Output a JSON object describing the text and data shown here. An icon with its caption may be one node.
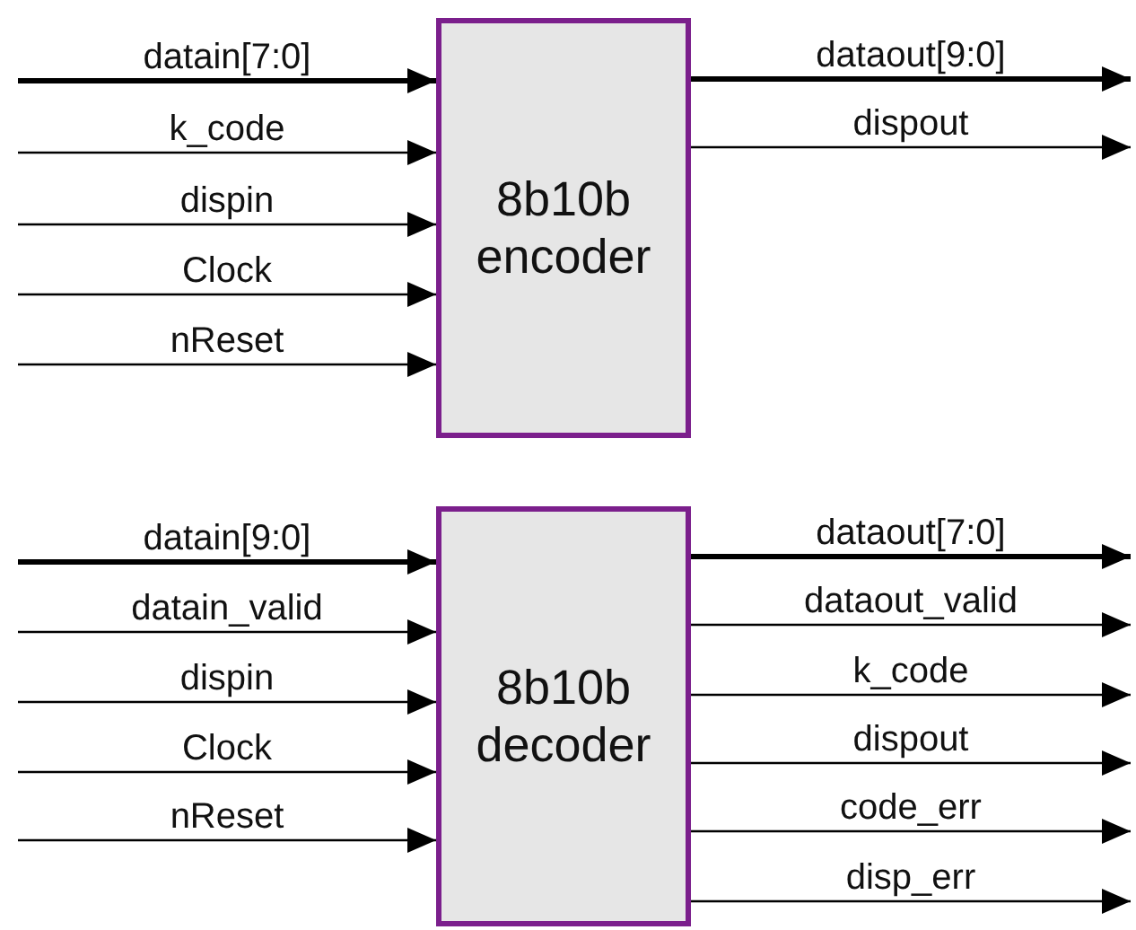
{
  "diagram": {
    "nodes": [
      {
        "text": [
          "8b10b encoder"
        ]
      },
      {
        "text": [
          "8b10b decoder"
        ]
      }
    ],
    "edges": [
      {
        "from": null,
        "to": 0,
        "arrow": "to",
        "label": "datain[7:0]",
        "style": "thick"
      },
      {
        "from": null,
        "to": 0,
        "arrow": "to",
        "label": "k_code"
      },
      {
        "from": null,
        "to": 0,
        "arrow": "to",
        "label": "dispin"
      },
      {
        "from": null,
        "to": 0,
        "arrow": "to",
        "label": "Clock"
      },
      {
        "from": null,
        "to": 0,
        "arrow": "to",
        "label": "nReset"
      },
      {
        "from": 0,
        "to": null,
        "arrow": "to",
        "label": "dataout[9:0]",
        "style": "thick"
      },
      {
        "from": 0,
        "to": null,
        "arrow": "to",
        "label": "dispout"
      },
      {
        "from": null,
        "to": 1,
        "arrow": "to",
        "label": "datain[9:0]",
        "style": "thick"
      },
      {
        "from": null,
        "to": 1,
        "arrow": "to",
        "label": "datain_valid"
      },
      {
        "from": null,
        "to": 1,
        "arrow": "to",
        "label": "dispin"
      },
      {
        "from": null,
        "to": 1,
        "arrow": "to",
        "label": "Clock"
      },
      {
        "from": null,
        "to": 1,
        "arrow": "to",
        "label": "nReset"
      },
      {
        "from": 1,
        "to": null,
        "arrow": "to",
        "label": "dataout[7:0]",
        "style": "thick"
      },
      {
        "from": 1,
        "to": null,
        "arrow": "to",
        "label": "dataout_valid"
      },
      {
        "from": 1,
        "to": null,
        "arrow": "to",
        "label": "k_code"
      },
      {
        "from": 1,
        "to": null,
        "arrow": "to",
        "label": "dispout"
      },
      {
        "from": 1,
        "to": null,
        "arrow": "to",
        "label": "code_err"
      },
      {
        "from": 1,
        "to": null,
        "arrow": "to",
        "label": "disp_err"
      }
    ]
  }
}
